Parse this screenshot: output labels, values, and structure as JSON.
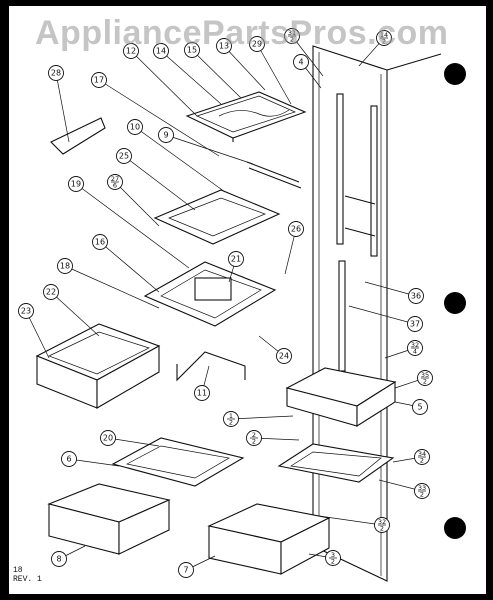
{
  "watermark": "AppliancePartsPros.com",
  "corner": {
    "page": "18",
    "rev": "REV. 1"
  },
  "callouts": [
    "28",
    "12",
    "14",
    "15",
    "13",
    "29",
    "31/2",
    "4",
    "14/2",
    "17",
    "10",
    "9",
    "25",
    "27/6",
    "19",
    "16",
    "26",
    "21",
    "18",
    "22",
    "23",
    "36",
    "37",
    "32/4",
    "24",
    "11",
    "35/2",
    "5",
    "1/2",
    "2/2",
    "20",
    "6",
    "34/2",
    "33/2",
    "32/2",
    "3/2",
    "8",
    "7"
  ]
}
